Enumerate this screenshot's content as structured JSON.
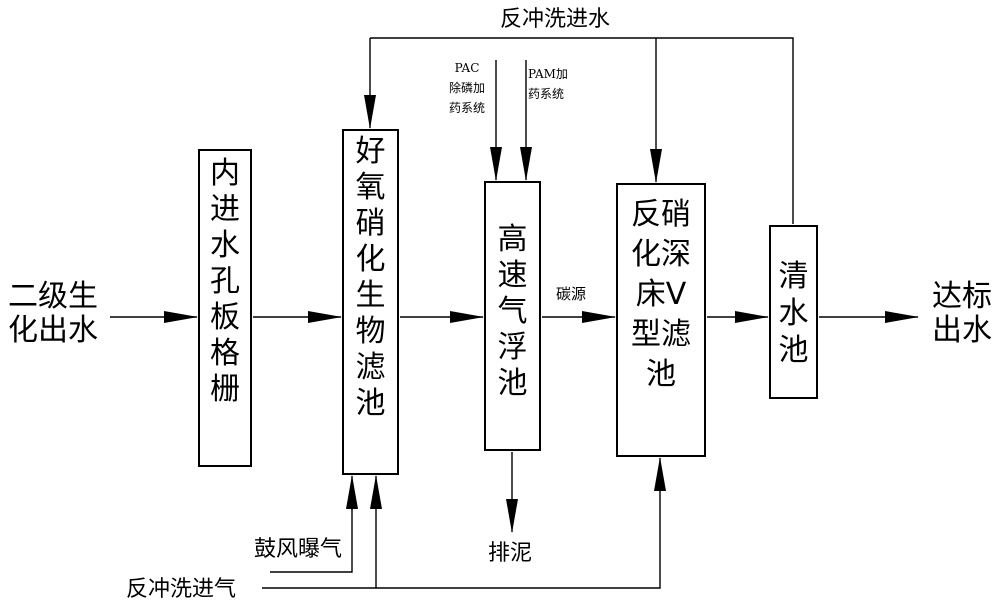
{
  "inputs": {
    "secondary_effluent": "二级生\n化出水",
    "backwash_water_in": "反冲洗进水",
    "blower_aeration": "鼓风曝气",
    "backwash_air_in": "反冲洗进气",
    "pac_dosing": "PAC\n除磷加\n药系统",
    "pam_dosing": "PAM加\n药系统",
    "carbon_source": "碳源"
  },
  "outputs": {
    "compliant_effluent": "达标\n出水",
    "sludge_discharge": "排泥"
  },
  "units": [
    {
      "id": "grille",
      "label": "内\n进\n水\n孔\n板\n格\n栅"
    },
    {
      "id": "bio_filter",
      "label": "好\n氧\n硝\n化\n生\n物\n滤\n池"
    },
    {
      "id": "flotation",
      "label": "高\n速\n气\n浮\n池"
    },
    {
      "id": "v_filter",
      "label": "反硝\n化深\n床V\n型滤\n池"
    },
    {
      "id": "clear_tank",
      "label": "清\n水\n池"
    }
  ]
}
